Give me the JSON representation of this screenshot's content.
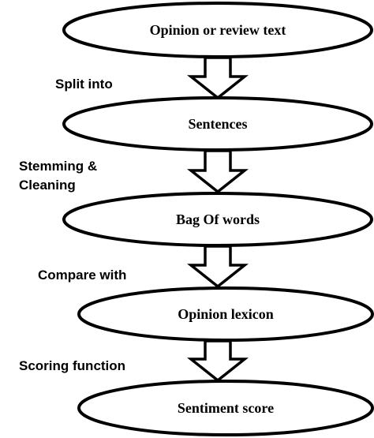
{
  "diagram": {
    "nodes": [
      {
        "label": "Opinion or review text"
      },
      {
        "label": "Sentences"
      },
      {
        "label": "Bag Of words"
      },
      {
        "label": "Opinion lexicon"
      },
      {
        "label": "Sentiment score"
      }
    ],
    "edges": [
      {
        "label_lines": [
          "Split into"
        ]
      },
      {
        "label_lines": [
          "Stemming &",
          "Cleaning"
        ]
      },
      {
        "label_lines": [
          "Compare with"
        ]
      },
      {
        "label_lines": [
          "Scoring function"
        ]
      }
    ]
  }
}
